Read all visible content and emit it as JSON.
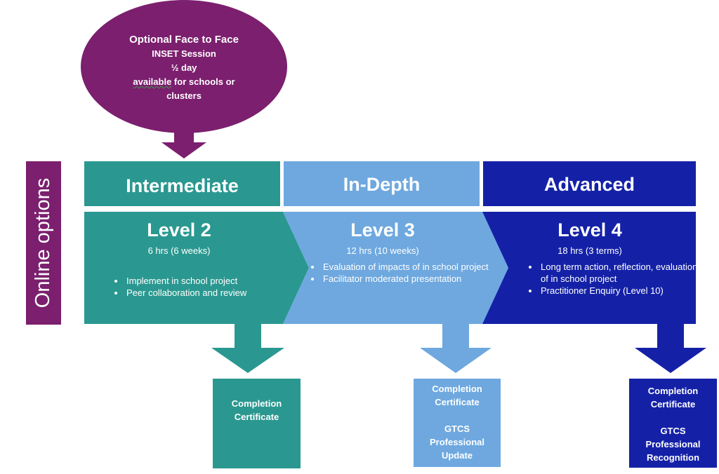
{
  "colors": {
    "purple": "#7b1f6e",
    "teal": "#2a9890",
    "light_blue": "#6ea8df",
    "dark_blue": "#1421a7"
  },
  "oval": {
    "line1": "Optional Face to Face",
    "line2": "INSET Session",
    "line3": "½ day",
    "line4_a": "available",
    "line4_b": " for schools or",
    "line5": "clusters"
  },
  "side_label": "Online options",
  "columns": [
    {
      "header": "Intermediate",
      "level": "Level 2",
      "hours": "6 hrs (6 weeks)",
      "bullets": [
        "Implement in school project",
        "Peer collaboration and review"
      ],
      "certificate": [
        "Completion",
        "Certificate"
      ]
    },
    {
      "header": "In-Depth",
      "level": "Level 3",
      "hours": "12 hrs (10 weeks)",
      "bullets": [
        "Evaluation of impacts of in school project",
        "Facilitator moderated presentation"
      ],
      "certificate": [
        "Completion",
        "Certificate",
        "",
        "GTCS",
        "Professional",
        "Update"
      ]
    },
    {
      "header": "Advanced",
      "level": "Level 4",
      "hours": "18 hrs (3 terms)",
      "bullets": [
        "Long term action, reflection, evaluation of in school project",
        "Practitioner Enquiry (Level 10)"
      ],
      "certificate": [
        "Completion",
        "Certificate",
        "",
        "GTCS",
        "Professional",
        "Recognition"
      ]
    }
  ]
}
